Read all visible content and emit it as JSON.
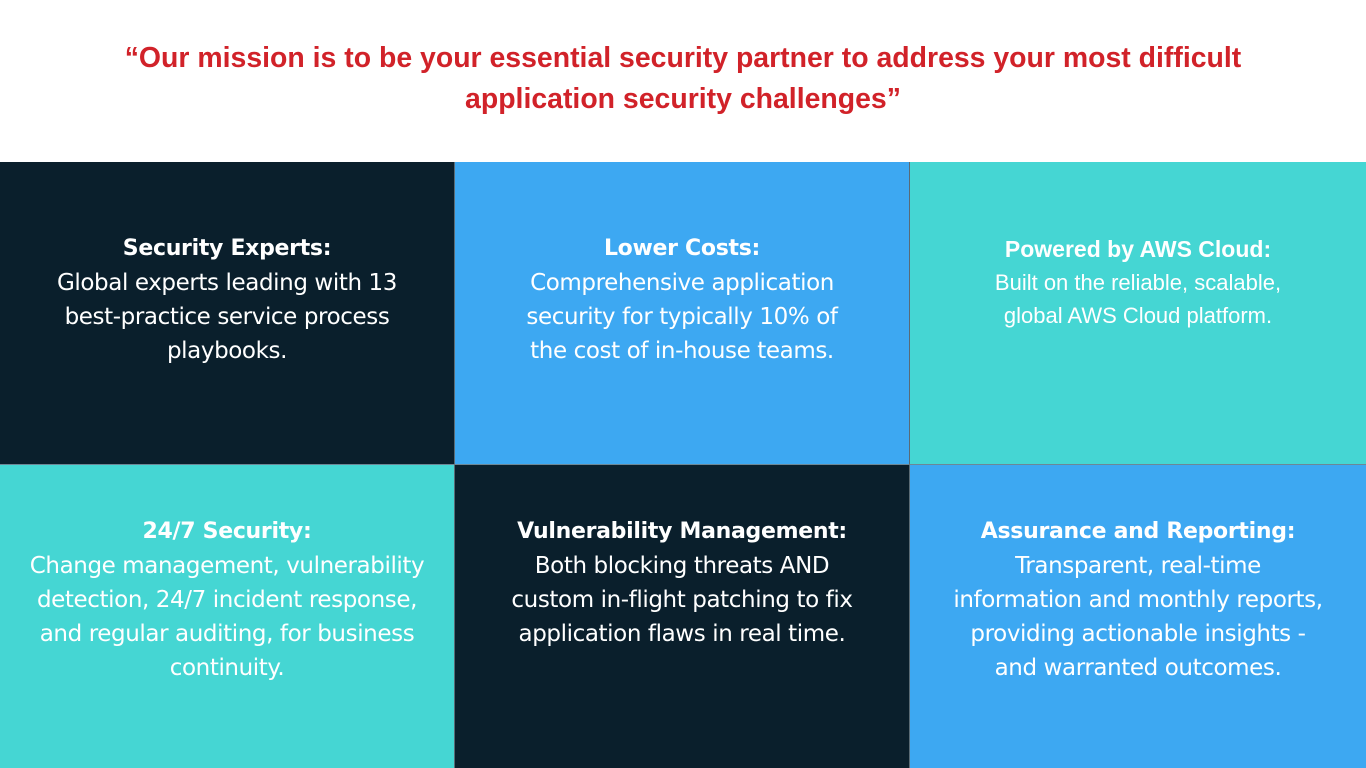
{
  "header": {
    "mission_statement": "“Our mission is to be your essential security partner to address your most difficult application security challenges”",
    "color": "#d12229"
  },
  "colors": {
    "dark": "#0a1f2c",
    "blue": "#3da8f2",
    "teal": "#45d6d3",
    "text": "#ffffff"
  },
  "tiles": [
    {
      "title": "Security Experts:",
      "body": "Global experts leading with 13 best-practice service process playbooks."
    },
    {
      "title": "Lower Costs:",
      "body": "Comprehensive application security for typically 10% of the cost of in-house teams."
    },
    {
      "title": "Powered by AWS Cloud:",
      "body": "Built on the reliable, scalable, global AWS Cloud platform."
    },
    {
      "title": "24/7 Security:",
      "body": "Change management, vulnerability detection, 24/7 incident response, and regular auditing, for business continuity."
    },
    {
      "title": "Vulnerability Management:",
      "body": "Both blocking threats AND custom in-flight patching to fix application flaws in real time."
    },
    {
      "title": "Assurance and Reporting:",
      "body": "Transparent, real-time information and monthly reports, providing actionable insights - and warranted outcomes."
    }
  ]
}
